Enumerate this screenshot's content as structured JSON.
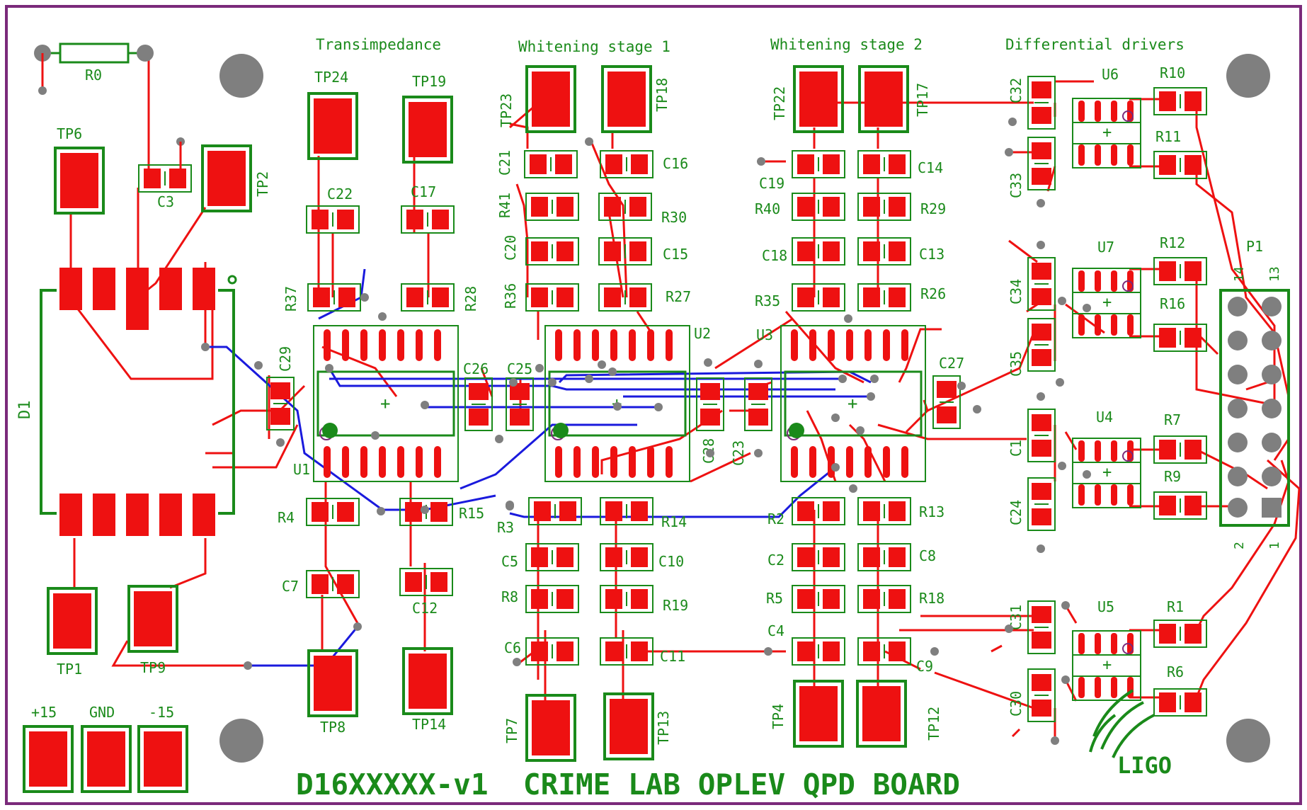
{
  "board_title": "D16XXXXX-v1  CRIME LAB OPLEV QPD BOARD",
  "logo_text": "LIGO",
  "sections": {
    "transimpedance": "Transimpedance",
    "whitening1": "Whitening stage 1",
    "whitening2": "Whitening stage 2",
    "drivers": "Differential drivers"
  },
  "labels": {
    "R0": "R0",
    "TP6": "TP6",
    "C3": "C3",
    "TP2": "TP2",
    "D1": "D1",
    "TP1": "TP1",
    "TP9": "TP9",
    "p15": "+15",
    "gnd": "GND",
    "m15": "-15",
    "TP24": "TP24",
    "TP19": "TP19",
    "C22": "C22",
    "C17": "C17",
    "R37": "R37",
    "R28": "R28",
    "C29": "C29",
    "U1": "U1",
    "R4": "R4",
    "R15": "R15",
    "C7": "C7",
    "C12": "C12",
    "TP8": "TP8",
    "TP14": "TP14",
    "TP23": "TP23",
    "TP18": "TP18",
    "C21": "C21",
    "C16": "C16",
    "R41": "R41",
    "R30": "R30",
    "C20": "C20",
    "C15": "C15",
    "R36": "R36",
    "R27": "R27",
    "U2": "U2",
    "C26": "C26",
    "C25": "C25",
    "C28": "C28",
    "C23": "C23",
    "R3": "R3",
    "R14": "R14",
    "C5": "C5",
    "C10": "C10",
    "R8": "R8",
    "R19": "R19",
    "C6": "C6",
    "C11": "C11",
    "TP7": "TP7",
    "TP13": "TP13",
    "TP22": "TP22",
    "TP17": "TP17",
    "C19": "C19",
    "C14": "C14",
    "R40": "R40",
    "R29": "R29",
    "C18": "C18",
    "C13": "C13",
    "R35": "R35",
    "R26": "R26",
    "U3": "U3",
    "C27": "C27",
    "R2": "R2",
    "R13": "R13",
    "C2": "C2",
    "C8": "C8",
    "R5": "R5",
    "R18": "R18",
    "C4": "C4",
    "C9": "C9",
    "TP4": "TP4",
    "TP12": "TP12",
    "C32": "C32",
    "U6": "U6",
    "R10": "R10",
    "R11": "R11",
    "C33": "C33",
    "C34": "C34",
    "U7": "U7",
    "R12": "R12",
    "R16": "R16",
    "C35": "C35",
    "C1": "C1",
    "U4": "U4",
    "R7": "R7",
    "R9": "R9",
    "C24": "C24",
    "C31": "C31",
    "U5": "U5",
    "R1": "R1",
    "R6": "R6",
    "C30": "C30",
    "P1": "P1",
    "pin14": "14",
    "pin13": "13",
    "pin2": "2",
    "pin1": "1"
  },
  "colors": {
    "board_outline": "#7a2a7a",
    "copper_top": "#ee1111",
    "copper_bottom": "#1a1add",
    "silkscreen": "#1a8a1a",
    "drill": "#7f7f7f"
  }
}
